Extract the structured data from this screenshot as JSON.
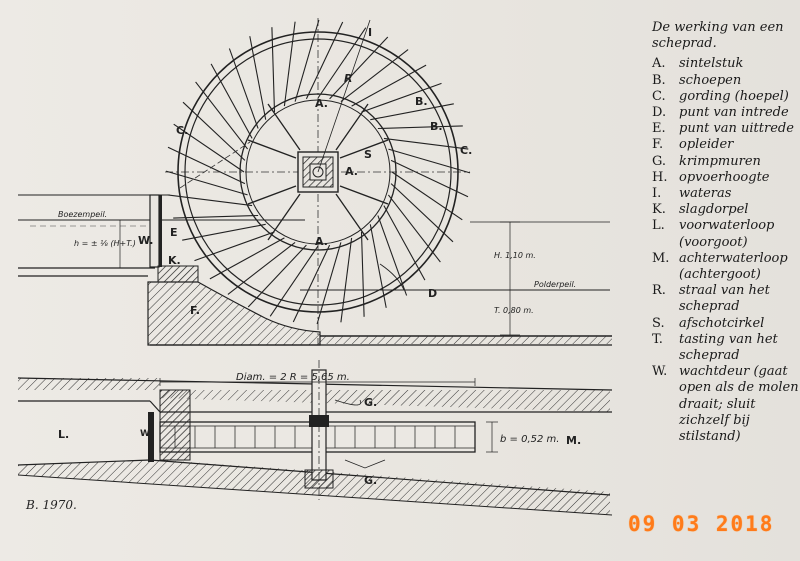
{
  "legend": {
    "title": "De werking van een scheprad.",
    "items": [
      {
        "letter": "A.",
        "text": "sintelstuk"
      },
      {
        "letter": "B.",
        "text": "schoepen"
      },
      {
        "letter": "C.",
        "text": "gording (hoepel)"
      },
      {
        "letter": "D.",
        "text": "punt van intrede"
      },
      {
        "letter": "E.",
        "text": "punt van uittrede"
      },
      {
        "letter": "F.",
        "text": "opleider"
      },
      {
        "letter": "G.",
        "text": "krimpmuren"
      },
      {
        "letter": "H.",
        "text": "opvoerhoogte"
      },
      {
        "letter": "I.",
        "text": "wateras"
      },
      {
        "letter": "K.",
        "text": "slagdorpel"
      },
      {
        "letter": "L.",
        "text": "voorwaterloop (voorgoot)"
      },
      {
        "letter": "M.",
        "text": "achterwaterloop (achtergoot)"
      },
      {
        "letter": "R.",
        "text": "straal van het scheprad"
      },
      {
        "letter": "S.",
        "text": "afschotcirkel"
      },
      {
        "letter": "T.",
        "text": "tasting van het scheprad"
      },
      {
        "letter": "W.",
        "text": "wachtdeur (gaat open als de molen draait; sluit zichzelf bij stilstand)"
      }
    ]
  },
  "diagram": {
    "boezempeil": "Boezempeil.",
    "polderpeil": "Polderpeil.",
    "h_formula": "h = ± ⅛ (H+T.)",
    "H_value": "H. 1,10 m.",
    "T_value": "T. 0,80 m.",
    "diam": "Diam. = 2 R = 5,65 m.",
    "b_value": "b = 0,52 m.",
    "label_A1": "A.",
    "label_A2": "A.",
    "label_A3": "A.",
    "label_B1": "B.",
    "label_B2": "B.",
    "label_C1": "C.",
    "label_C2": "C.",
    "label_D": "D",
    "label_E": "E",
    "label_F": "F.",
    "label_I": "I",
    "label_K": "K.",
    "label_R": "R",
    "label_S": "S",
    "label_W": "W.",
    "label_L": "L.",
    "label_W2": "W.",
    "label_M": "M.",
    "label_G1": "G.",
    "label_G2": "G."
  },
  "signature": "B. 1970.",
  "date_stamp": "09 03 2018"
}
